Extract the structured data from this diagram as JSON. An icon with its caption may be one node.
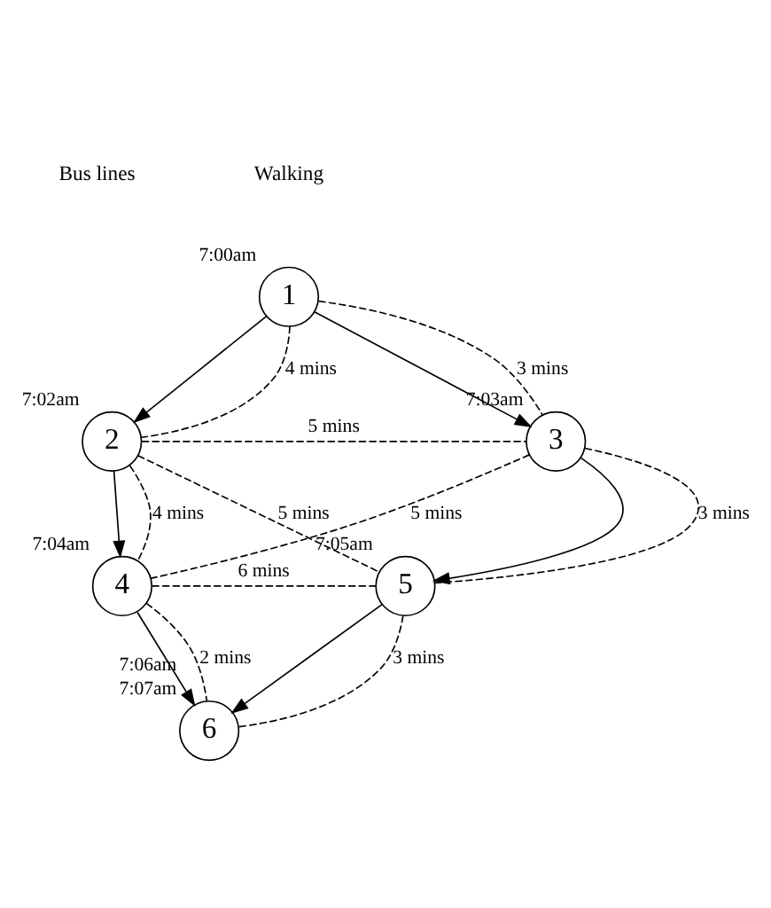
{
  "diagram": {
    "nodes": [
      {
        "text": [
          "1"
        ],
        "beside": [
          "7:00am"
        ]
      },
      {
        "text": [
          "2"
        ],
        "beside": [
          "7:02am"
        ]
      },
      {
        "text": [
          "3"
        ],
        "beside": [
          "7:03am"
        ]
      },
      {
        "text": [
          "4"
        ],
        "beside": [
          "7:04am"
        ]
      },
      {
        "text": [
          "5"
        ],
        "beside": [
          "7:05am"
        ]
      },
      {
        "text": [
          "6"
        ],
        "beside": [
          "7:06am",
          "7:07am"
        ]
      }
    ],
    "edges": [
      {
        "from": 0,
        "to": 1,
        "arrow": "to"
      },
      {
        "from": 0,
        "to": 2,
        "arrow": "to"
      },
      {
        "from": 1,
        "to": 3,
        "arrow": "to"
      },
      {
        "from": 2,
        "to": 4,
        "arrow": "to"
      },
      {
        "from": 3,
        "to": 5,
        "arrow": "to"
      },
      {
        "from": 4,
        "to": 5,
        "arrow": "to"
      },
      {
        "from": 0,
        "to": 1,
        "arrow": "none",
        "style": "dashed",
        "label": "4 mins"
      },
      {
        "from": 0,
        "to": 2,
        "arrow": "none",
        "style": "dashed",
        "label": "3 mins"
      },
      {
        "from": 1,
        "to": 2,
        "arrow": "none",
        "style": "dashed",
        "label": "5 mins"
      },
      {
        "from": 1,
        "to": 3,
        "arrow": "none",
        "style": "dashed",
        "label": "4 mins"
      },
      {
        "from": 2,
        "to": 4,
        "arrow": "none",
        "style": "dashed",
        "label": "3 mins"
      },
      {
        "from": 2,
        "to": 3,
        "arrow": "none",
        "style": "dashed",
        "label": "5 mins"
      },
      {
        "from": 1,
        "to": 4,
        "arrow": "none",
        "style": "dashed",
        "label": "5 mins"
      },
      {
        "from": 3,
        "to": 4,
        "arrow": "none",
        "style": "dashed",
        "label": "6 mins"
      },
      {
        "from": 3,
        "to": 5,
        "arrow": "none",
        "style": "dashed",
        "label": "2 mins"
      },
      {
        "from": 4,
        "to": 5,
        "arrow": "none",
        "style": "dashed",
        "label": "3 mins"
      }
    ],
    "legend": [
      {
        "text": "Bus lines"
      },
      {
        "text": "Walking"
      }
    ]
  }
}
